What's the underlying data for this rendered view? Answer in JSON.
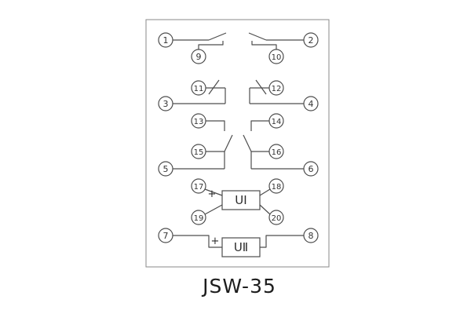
{
  "model_label": {
    "text": "JSW-35"
  },
  "diagram": {
    "terminals": [
      "1",
      "2",
      "3",
      "4",
      "5",
      "6",
      "7",
      "8",
      "9",
      "10",
      "11",
      "12",
      "13",
      "14",
      "15",
      "16",
      "17",
      "18",
      "19",
      "20"
    ],
    "units": [
      {
        "label": "UⅠ",
        "polarity": "+"
      },
      {
        "label": "UⅡ",
        "polarity": "+"
      }
    ],
    "colors": {
      "line": "#4d4d4d",
      "outline": "#8a8a8a",
      "text": "#333333"
    }
  }
}
